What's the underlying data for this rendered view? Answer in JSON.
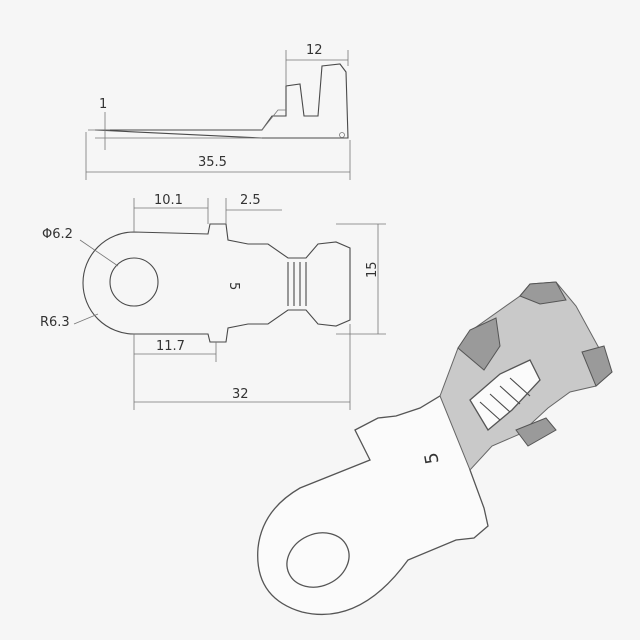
{
  "dimensions": {
    "side_height": "12",
    "side_thickness": "1",
    "side_length": "35.5",
    "top_ring_center": "10.1",
    "top_neck": "2.5",
    "ring_hole": "Φ6.2",
    "ring_radius": "R6.3",
    "top_body": "11.7",
    "top_length": "32",
    "top_width": "15"
  },
  "part_marking": "5",
  "colors": {
    "line": "#4a4a4a",
    "shade": "#c9c9c9",
    "background": "#f6f6f6"
  }
}
